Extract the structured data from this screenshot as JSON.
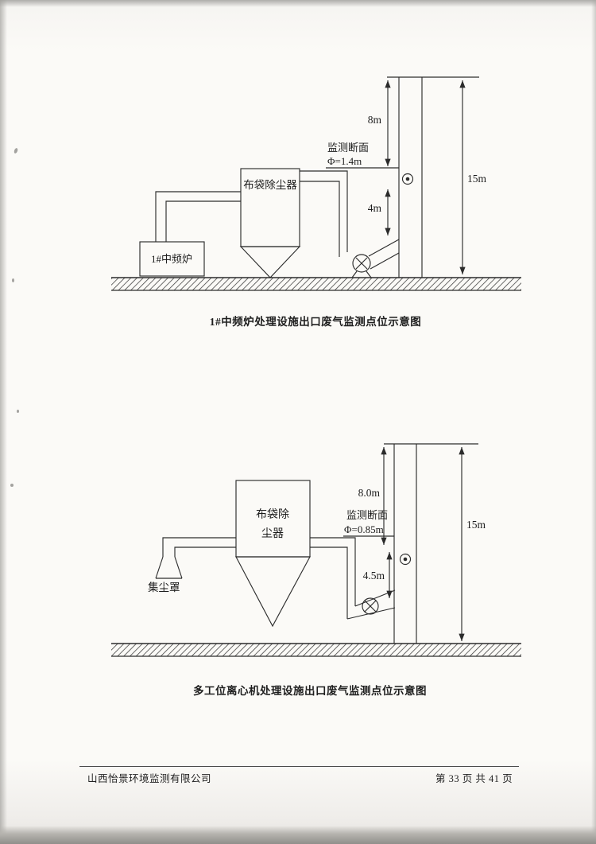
{
  "footer": {
    "company": "山西怡景环境监测有限公司",
    "page_info": "第 33 页 共 41 页"
  },
  "icons": {
    "fan_symbol": "circle-with-x-fan",
    "monitoring_port_symbol": "circle-with-dot"
  },
  "diagram1": {
    "caption": "1#中频炉处理设施出口废气监测点位示意图",
    "labels": {
      "bag_filter": "布袋除尘器",
      "furnace": "1#中频炉",
      "section": "监测断面",
      "section_diameter": "Φ=1.4m"
    },
    "dimensions": {
      "upper": "8m",
      "lower": "4m",
      "total": "15m"
    }
  },
  "diagram2": {
    "caption": "多工位离心机处理设施出口废气监测点位示意图",
    "labels": {
      "bag_filter_line1": "布袋除",
      "bag_filter_line2": "尘器",
      "hood": "集尘罩",
      "section": "监测断面",
      "section_diameter": "Φ=0.85m"
    },
    "dimensions": {
      "upper": "8.0m",
      "lower": "4.5m",
      "total": "15m"
    }
  }
}
